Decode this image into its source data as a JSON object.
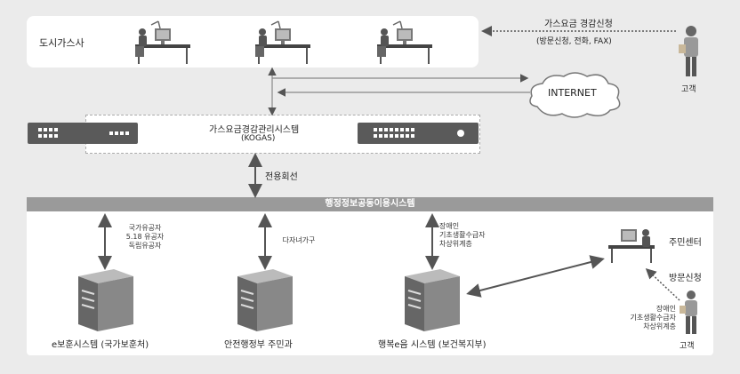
{
  "city_gas": {
    "label": "도시가스사"
  },
  "application": {
    "title": "가스요금 경감신청",
    "methods": "(방문신청, 전화, FAX)"
  },
  "internet": {
    "label": "INTERNET"
  },
  "kogas": {
    "title": "가스요금경감관리시스템",
    "subtitle": "(KOGAS)"
  },
  "dedicated_line": {
    "label": "전용회선"
  },
  "gov_system": {
    "label": "행정정보공동이용시스템"
  },
  "systems": [
    {
      "name": "e보훈시스템 (국가보훈처)",
      "targets": [
        "국가유공자",
        "5.18 유공자",
        "독립유공자"
      ]
    },
    {
      "name": "안전행정부 주민과",
      "targets": [
        "다자녀가구"
      ]
    },
    {
      "name": "행복e음 시스템 (보건복지부)",
      "targets": [
        "장애인",
        "기초생활수급자",
        "차상위계층"
      ]
    }
  ],
  "community_center": {
    "label": "주민센터"
  },
  "visit": {
    "label": "방문신청",
    "targets": [
      "장애인",
      "기초생활수급자",
      "차상위계층"
    ]
  },
  "customer_label": "고객"
}
